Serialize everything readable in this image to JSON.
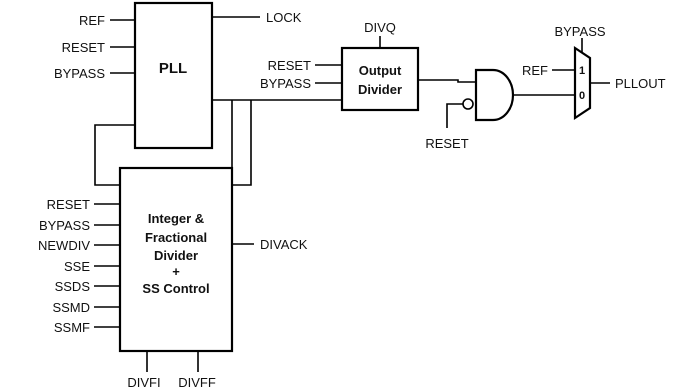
{
  "pll": {
    "title": "PLL",
    "inputs": [
      "REF",
      "RESET",
      "BYPASS"
    ],
    "output_lock": "LOCK"
  },
  "output_divider": {
    "title_line1": "Output",
    "title_line2": "Divider",
    "inputs": [
      "RESET",
      "BYPASS"
    ],
    "top_label": "DIVQ"
  },
  "gate": {
    "reset_label": "RESET"
  },
  "mux": {
    "select_label": "BYPASS",
    "ref_label": "REF",
    "input_1": "1",
    "input_0": "0",
    "output_label": "PLLOUT"
  },
  "divider_block": {
    "title_lines": [
      "Integer &",
      "Fractional",
      "Divider",
      "+",
      "SS Control"
    ],
    "inputs": [
      "RESET",
      "BYPASS",
      "NEWDIV",
      "SSE",
      "SSDS",
      "SSMD",
      "SSMF"
    ],
    "output": "DIVACK",
    "bottom": [
      "DIVFI",
      "DIVFF"
    ]
  }
}
